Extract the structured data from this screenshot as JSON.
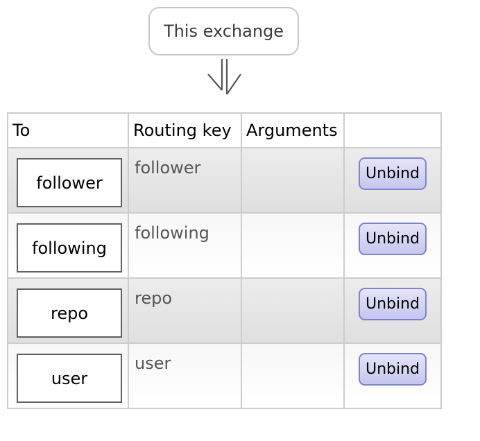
{
  "diagram": {
    "exchange_label": "This exchange",
    "arrow_icon": "double-down-arrow"
  },
  "table": {
    "columns": [
      "To",
      "Routing key",
      "Arguments",
      ""
    ],
    "rows": [
      {
        "to": "follower",
        "routing_key": "follower",
        "arguments": "",
        "action": "Unbind"
      },
      {
        "to": "following",
        "routing_key": "following",
        "arguments": "",
        "action": "Unbind"
      },
      {
        "to": "repo",
        "routing_key": "repo",
        "arguments": "",
        "action": "Unbind"
      },
      {
        "to": "user",
        "routing_key": "user",
        "arguments": "",
        "action": "Unbind"
      }
    ]
  },
  "colors": {
    "row_odd_bg_top": "#ececec",
    "row_odd_bg_bottom": "#dfdfdf",
    "row_even_bg_top": "#f7f7f7",
    "row_even_bg_bottom": "#ffffff",
    "table_border": "#cccccc",
    "queue_box_border": "#606060",
    "button_border": "#8181d2",
    "button_bg_top": "#e4e4fa",
    "button_bg_bottom": "#c6c6ee",
    "exchange_box_border": "#c6c6c6",
    "text_primary": "#000000",
    "text_secondary": "#555555",
    "arrow_stroke": "#555555"
  }
}
